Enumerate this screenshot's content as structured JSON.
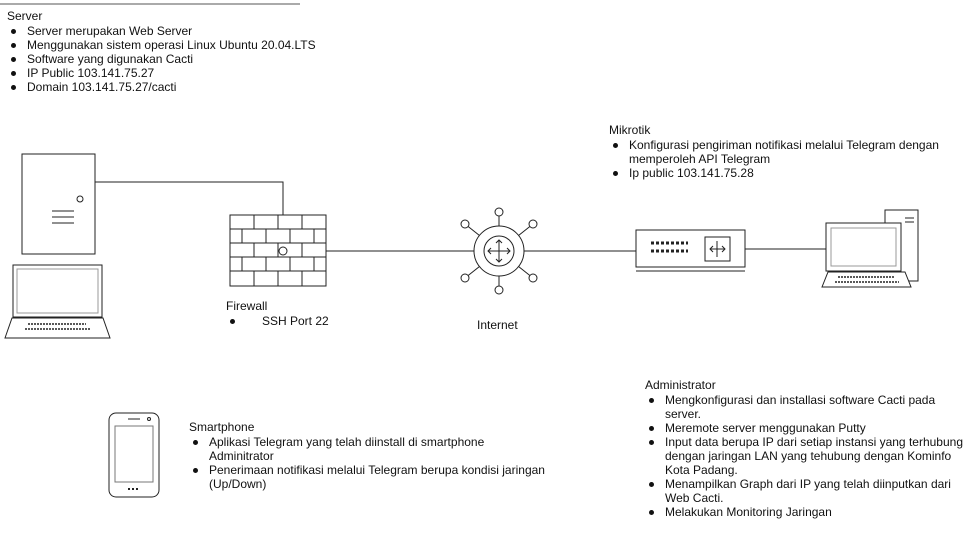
{
  "server": {
    "title": "Server",
    "items": [
      "Server merupakan Web Server",
      "Menggunakan sistem operasi Linux Ubuntu 20.04.LTS",
      "Software yang digunakan Cacti",
      "IP Public 103.141.75.27",
      "Domain 103.141.75.27/cacti"
    ]
  },
  "mikrotik": {
    "title": "Mikrotik",
    "items": [
      "Konfigurasi pengiriman notifikasi melalui Telegram dengan memperoleh API Telegram",
      "Ip public 103.141.75.28"
    ]
  },
  "firewall": {
    "title": "Firewall",
    "items": [
      "SSH Port 22"
    ]
  },
  "internet": {
    "label": "Internet"
  },
  "smartphone": {
    "title": "Smartphone",
    "items": [
      "Aplikasi Telegram yang telah diinstall di smartphone Adminitrator",
      "Penerimaan notifikasi melalui Telegram berupa kondisi jaringan (Up/Down)"
    ]
  },
  "administrator": {
    "title": "Administrator",
    "items": [
      "Mengkonfigurasi dan installasi software Cacti pada server.",
      "Meremote server menggunakan Putty",
      "Input data berupa IP dari setiap instansi yang terhubung dengan jaringan LAN yang tehubung dengan Kominfo Kota Padang.",
      "Menampilkan Graph dari IP yang telah diinputkan dari Web Cacti.",
      "Melakukan Monitoring Jaringan"
    ]
  }
}
